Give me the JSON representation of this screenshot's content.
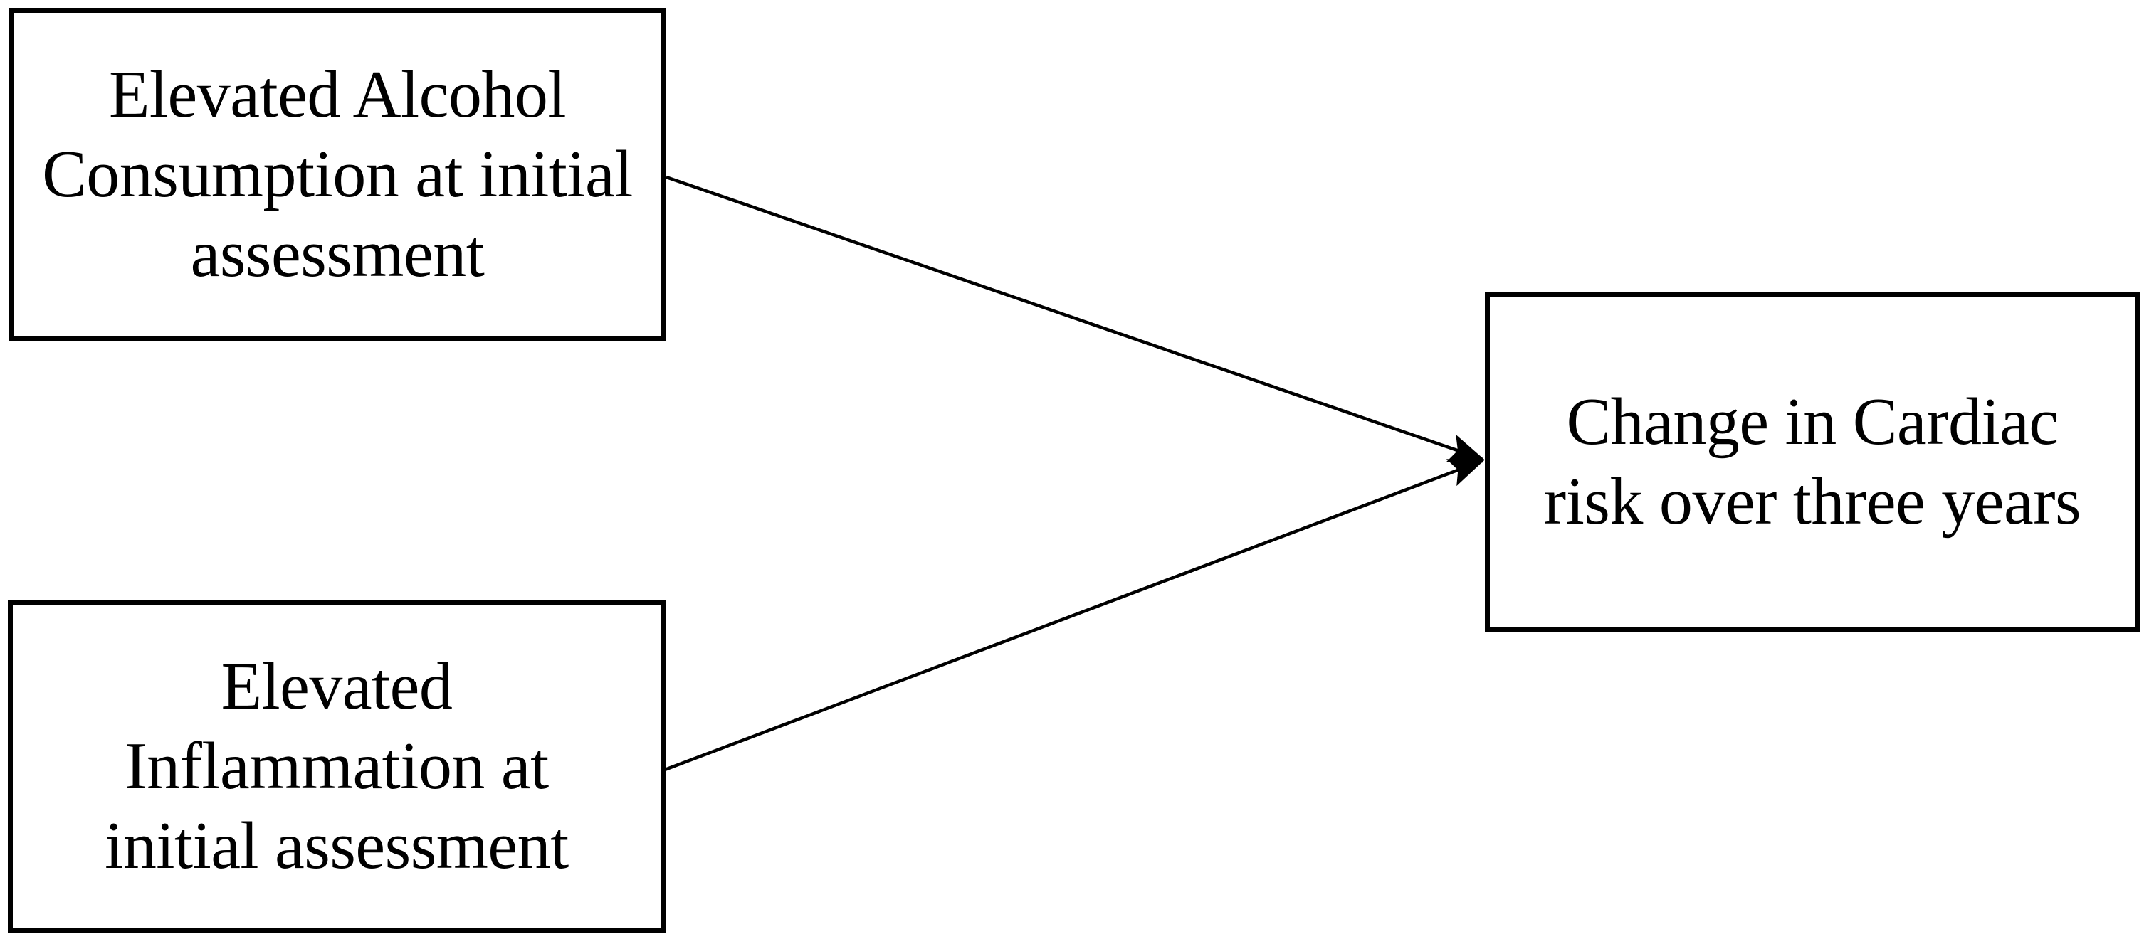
{
  "figure": {
    "type": "conceptual-path-diagram",
    "background_color": "#ffffff",
    "line_color": "#000000",
    "text_color": "#000000"
  },
  "nodes": [
    {
      "id": "alcohol",
      "label": "Elevated Alcohol\nConsumption at initial\nassessment",
      "role": "predictor",
      "position": "top-left"
    },
    {
      "id": "inflammation",
      "label": "Elevated\nInflammation at\ninitial assessment",
      "role": "predictor",
      "position": "bottom-left"
    },
    {
      "id": "outcome",
      "label": "Change in Cardiac\nrisk over three years",
      "role": "outcome",
      "position": "right"
    }
  ],
  "edges": [
    {
      "id": "alcohol-to-outcome",
      "from": "alcohol",
      "to": "outcome",
      "style": "solid",
      "arrowhead": "filled-triangle",
      "label": ""
    },
    {
      "id": "inflammation-to-outcome",
      "from": "inflammation",
      "to": "outcome",
      "style": "solid",
      "arrowhead": "filled-triangle",
      "label": ""
    }
  ]
}
